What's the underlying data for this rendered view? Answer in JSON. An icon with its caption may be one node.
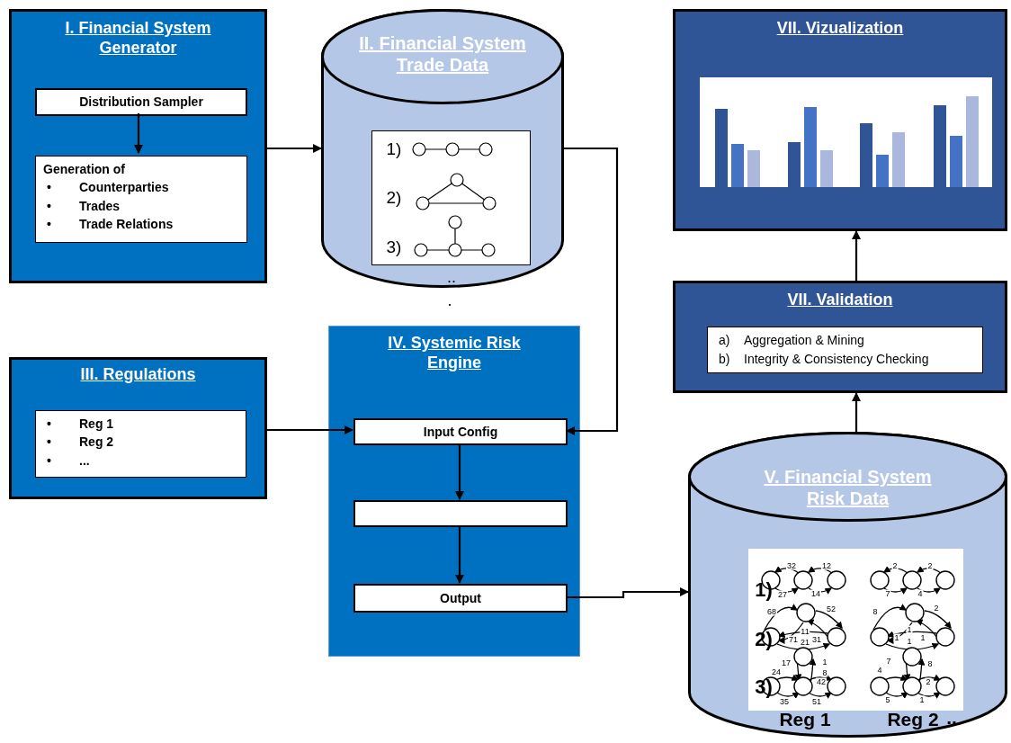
{
  "diagram": {
    "nodes": [
      {
        "text": [
          "I. Financial System Generator"
        ]
      },
      {
        "text": [
          "Distribution Sampler"
        ],
        "in": 0
      },
      {
        "text": [
          "Generation of",
          "•",
          "Counterparties",
          "•",
          "Trades",
          "•",
          "Trade Relations"
        ],
        "in": 0
      },
      {
        "text": [
          "II. Financial System Trade Data"
        ]
      },
      {
        "text": [
          "1)",
          "2)",
          "3)"
        ],
        "in": 3
      },
      {
        "text": [
          "III. Regulations"
        ]
      },
      {
        "text": [
          "•",
          "Reg 1",
          "•",
          "Reg 2",
          "•",
          "..."
        ],
        "in": 5
      },
      {
        "text": [
          "IV. Systemic Risk Engine"
        ]
      },
      {
        "text": [
          "Input Config"
        ],
        "in": 7
      },
      {
        "text": [],
        "shape": "box",
        "in": 7
      },
      {
        "text": [
          "Output"
        ],
        "in": 7
      },
      {
        "text": [
          "V. Financial System Risk Data",
          "Reg 1",
          "Reg 2",
          ".."
        ]
      },
      {
        "text": [
          "1)",
          "2)",
          "3)"
        ],
        "in": 11
      },
      {
        "text": [
          "VII. Validation"
        ]
      },
      {
        "text": [
          "a)",
          "Aggregation & Mining",
          "b)",
          "Integrity & Consistency Checking"
        ],
        "in": 13
      },
      {
        "text": [
          "VII. Vizualization"
        ]
      }
    ],
    "edges": [
      {
        "from": 1,
        "to": 2,
        "arrow": "to"
      },
      {
        "from": 0,
        "to": 3,
        "arrow": "to"
      },
      {
        "from": 3,
        "to": 8,
        "arrow": "to"
      },
      {
        "from": 5,
        "to": 8,
        "arrow": "to"
      },
      {
        "from": 8,
        "to": 9,
        "arrow": "to"
      },
      {
        "from": 9,
        "to": 10,
        "arrow": "to"
      },
      {
        "from": 10,
        "to": 11,
        "arrow": "to"
      },
      {
        "from": 11,
        "to": 13,
        "arrow": "to"
      },
      {
        "from": 13,
        "to": 15,
        "arrow": "to"
      }
    ],
    "labels": [
      "..",
      ".",
      "32",
      "12",
      "27",
      "14",
      "68",
      "52",
      "11",
      "71",
      "21",
      "31",
      "17",
      "1",
      "24",
      "8",
      "42",
      "35",
      "51",
      "2",
      "2",
      "7",
      "4",
      "8",
      "2",
      "1",
      "1",
      "1",
      "1",
      "7",
      "8",
      "4",
      "2",
      "5",
      "1"
    ]
  }
}
